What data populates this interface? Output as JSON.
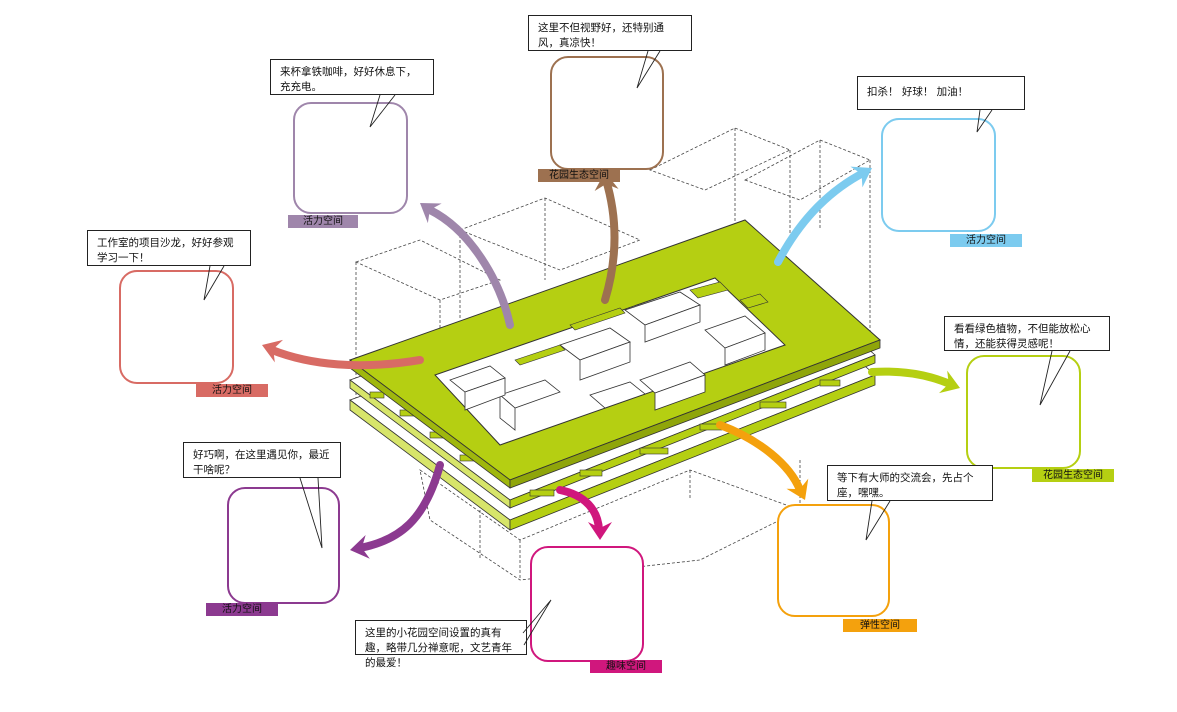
{
  "colors": {
    "green": "#b5cf12",
    "purple_light": "#9f86ab",
    "brown": "#9d7150",
    "blue": "#7ccbef",
    "red": "#d86b64",
    "purple": "#8c3a90",
    "magenta": "#d0177d",
    "orange": "#f4a10d",
    "green_card": "#b5cf12"
  },
  "spaces": [
    {
      "id": "top-left",
      "tag": "活力空间",
      "quote": "来杯拿铁咖啡，好好休息下，充充电。",
      "color": "#9f86ab"
    },
    {
      "id": "top-center",
      "tag": "花园生态空间",
      "quote": "这里不但视野好，还特别通风，真凉快！",
      "color": "#9d7150"
    },
    {
      "id": "top-right",
      "tag": "活力空间",
      "quote": "扣杀！ 好球！ 加油！",
      "color": "#7ccbef"
    },
    {
      "id": "mid-left",
      "tag": "活力空间",
      "quote": "工作室的项目沙龙，好好参观学习一下！",
      "color": "#d86b64"
    },
    {
      "id": "mid-right",
      "tag": "花园生态空间",
      "quote": "看看绿色植物，不但能放松心情，还能获得灵感呢！",
      "color": "#b5cf12"
    },
    {
      "id": "bottom-left",
      "tag": "活力空间",
      "quote": "好巧啊，在这里遇见你，最近干啥呢？",
      "color": "#8c3a90"
    },
    {
      "id": "bottom-center",
      "tag": "趣味空间",
      "quote": "这里的小花园空间设置的真有趣，略带几分禅意呢，文艺青年的最爱！",
      "color": "#d0177d"
    },
    {
      "id": "bottom-right",
      "tag": "弹性空间",
      "quote": "等下有大师的交流会，先占个座，嘿嘿。",
      "color": "#f4a10d"
    }
  ]
}
